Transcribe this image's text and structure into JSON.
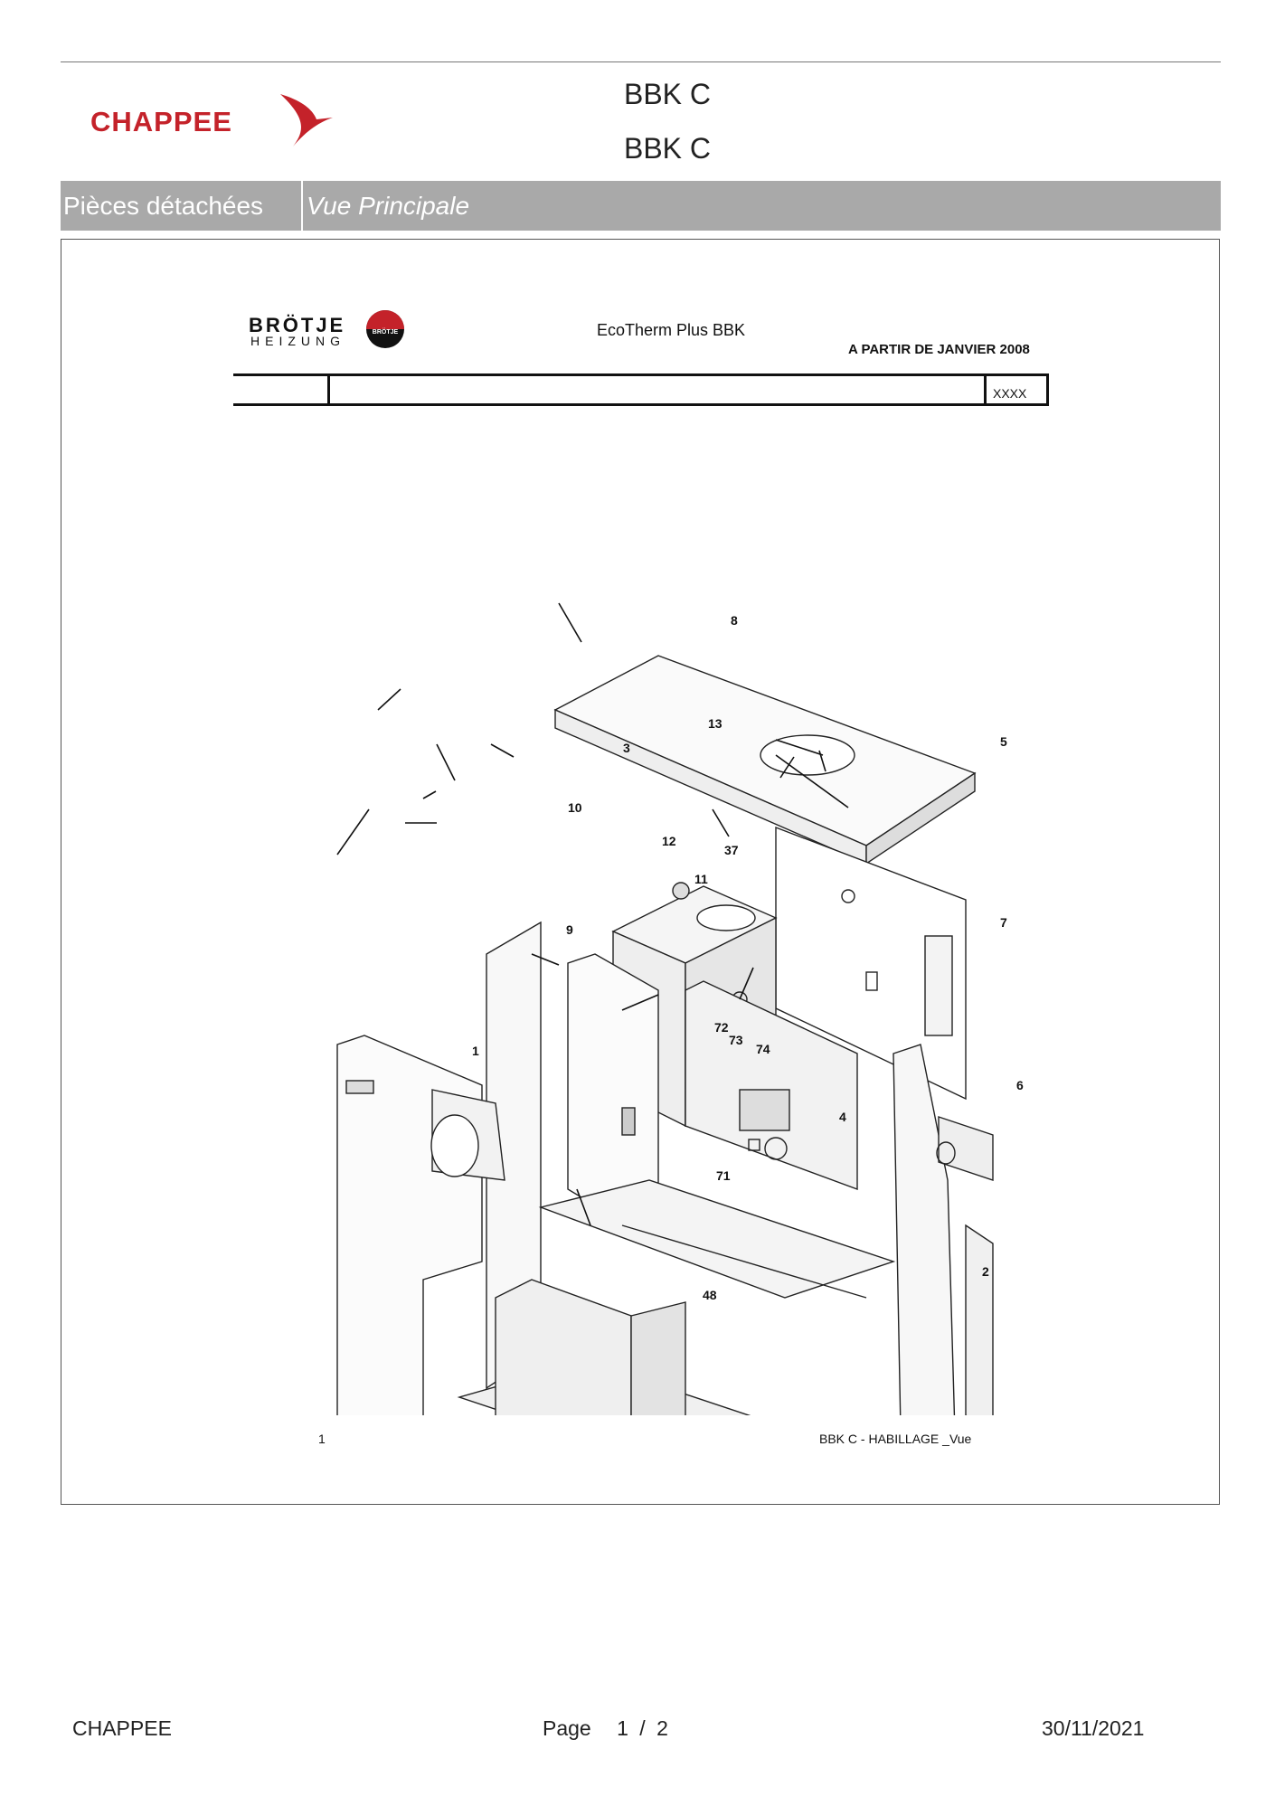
{
  "header": {
    "logo_text": "CHAPPEE",
    "model_line_1": "BBK C",
    "model_line_2": "BBK C"
  },
  "section_bar": {
    "category": "Pièces détachées",
    "view": "Vue Principale"
  },
  "document": {
    "brand_name": "BRÖTJE",
    "brand_sub": "HEIZUNG",
    "brand_badge": "BRÖTJE",
    "title": "EcoTherm Plus BBK",
    "date_note": "A PARTIR DE JANVIER 2008",
    "code": "XXXX",
    "callouts": [
      "1",
      "2",
      "3",
      "4",
      "5",
      "6",
      "7",
      "8",
      "9",
      "10",
      "11",
      "12",
      "13",
      "37",
      "48",
      "71",
      "72",
      "73",
      "74"
    ],
    "figure_number": "1",
    "figure_caption": "BBK C - HABILLAGE _Vue"
  },
  "footer": {
    "company": "CHAPPEE",
    "page_label": "Page",
    "page_current": "1",
    "page_separator": "/",
    "page_total": "2",
    "date": "30/11/2021"
  },
  "colors": {
    "brand_red": "#c4222a",
    "section_bar_grey": "#a9a9a9"
  }
}
